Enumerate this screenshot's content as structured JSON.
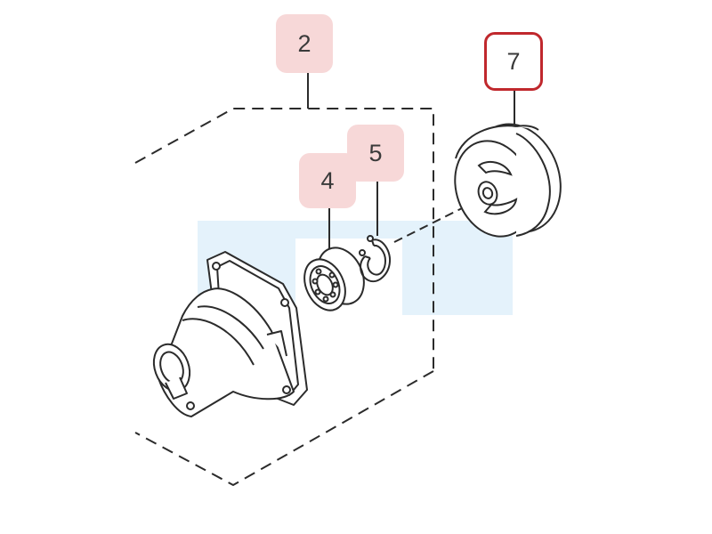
{
  "callouts": {
    "shaft_assembly": "2",
    "bearing": "4",
    "retaining_ring": "5",
    "clutch_drum": "7"
  },
  "colors": {
    "line": "#2b2b2b",
    "callout_fill": "#f7d8d8",
    "highlight_border": "#c0282d",
    "watermark": "#e4f2fb"
  },
  "highlighted_part": "7"
}
